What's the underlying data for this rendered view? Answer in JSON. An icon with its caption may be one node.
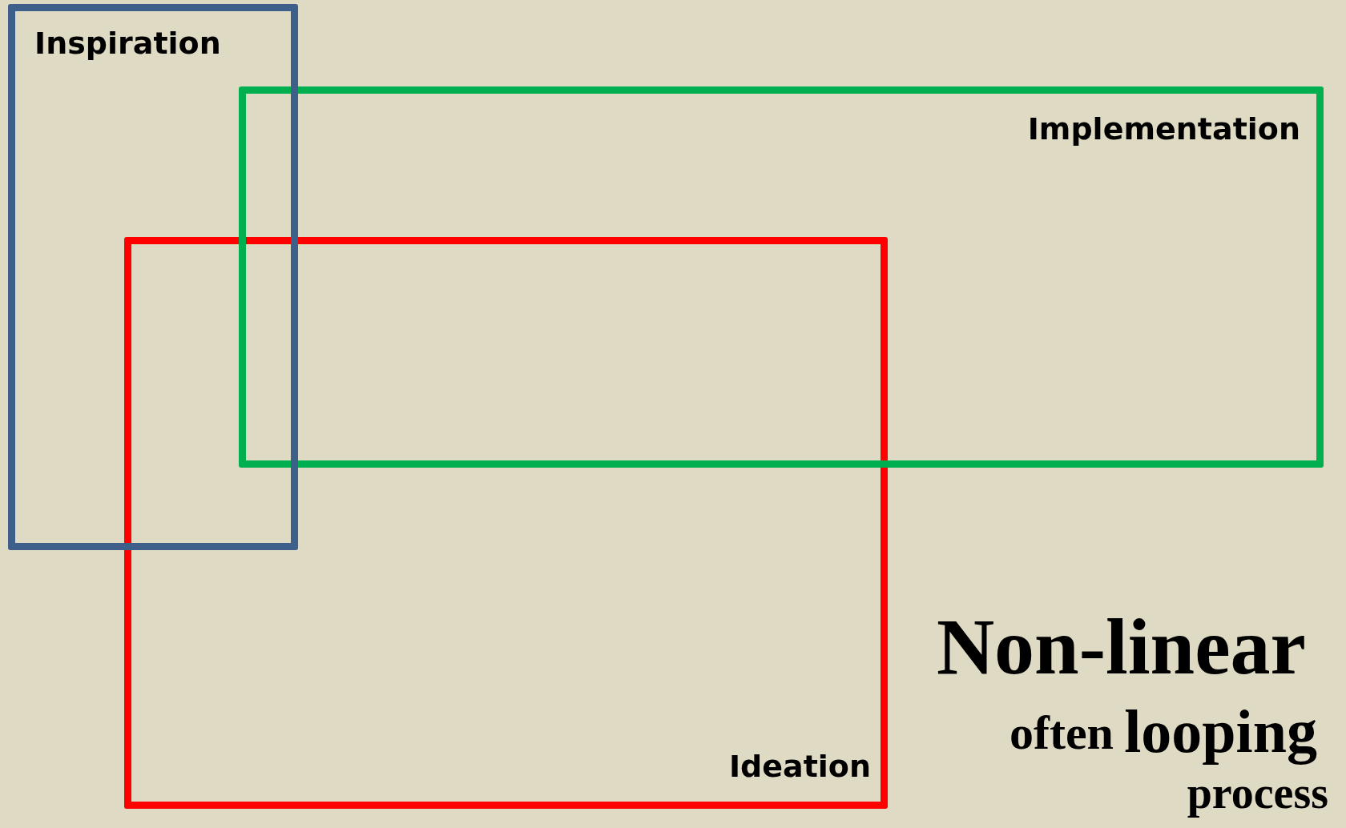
{
  "diagram": {
    "nodes": [
      {
        "text": [
          "Inspiration"
        ]
      },
      {
        "text": [
          "Implementation"
        ]
      },
      {
        "text": [
          "Ideation"
        ]
      }
    ],
    "labels": [
      "Non-linear",
      "often",
      "looping",
      "process"
    ]
  }
}
